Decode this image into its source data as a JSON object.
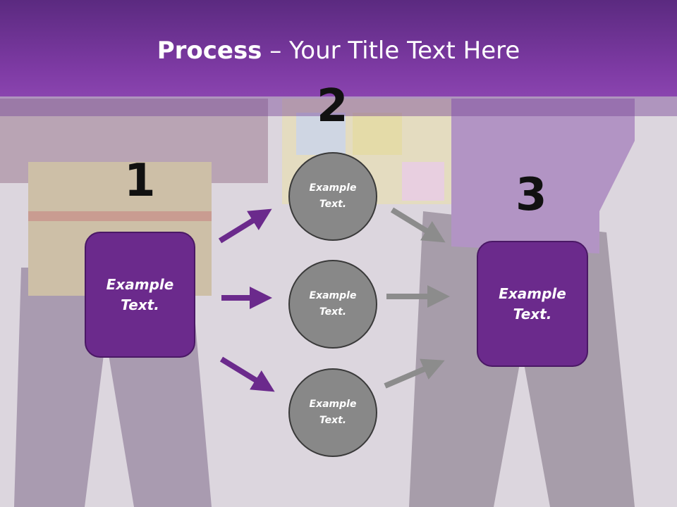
{
  "title": {
    "bold": "Process",
    "rest": " – Your Title Text Here"
  },
  "numbers": [
    "1",
    "2",
    "3"
  ],
  "left_box": {
    "line1": "Example",
    "line2": "Text."
  },
  "circles": [
    {
      "line1": "Example",
      "line2": "Text."
    },
    {
      "line1": "Example",
      "line2": "Text."
    },
    {
      "line1": "Example",
      "line2": "Text."
    }
  ],
  "right_box": {
    "line1": "Example",
    "line2": "Text."
  },
  "colors": {
    "purple": "#6b2a8c",
    "gray": "#888888",
    "arrow_purple": "#6b2a8c",
    "arrow_gray": "#8c8c8c"
  }
}
